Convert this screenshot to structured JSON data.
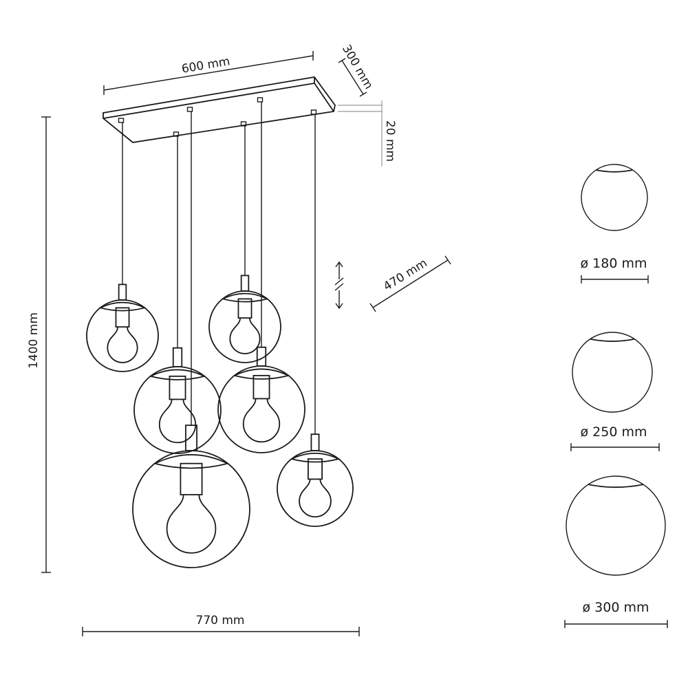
{
  "dimensions": {
    "width": "600 mm",
    "depth": "300 mm",
    "height_canopy": "20 mm",
    "total_height": "1400 mm",
    "total_width": "770 mm",
    "cable_adjust": "470 mm"
  },
  "shade_sizes": [
    {
      "label": "ø 180 mm"
    },
    {
      "label": "ø 250 mm"
    },
    {
      "label": "ø 300 mm"
    }
  ],
  "colors": {
    "line": "#1a1a1a",
    "guide": "#999999"
  }
}
